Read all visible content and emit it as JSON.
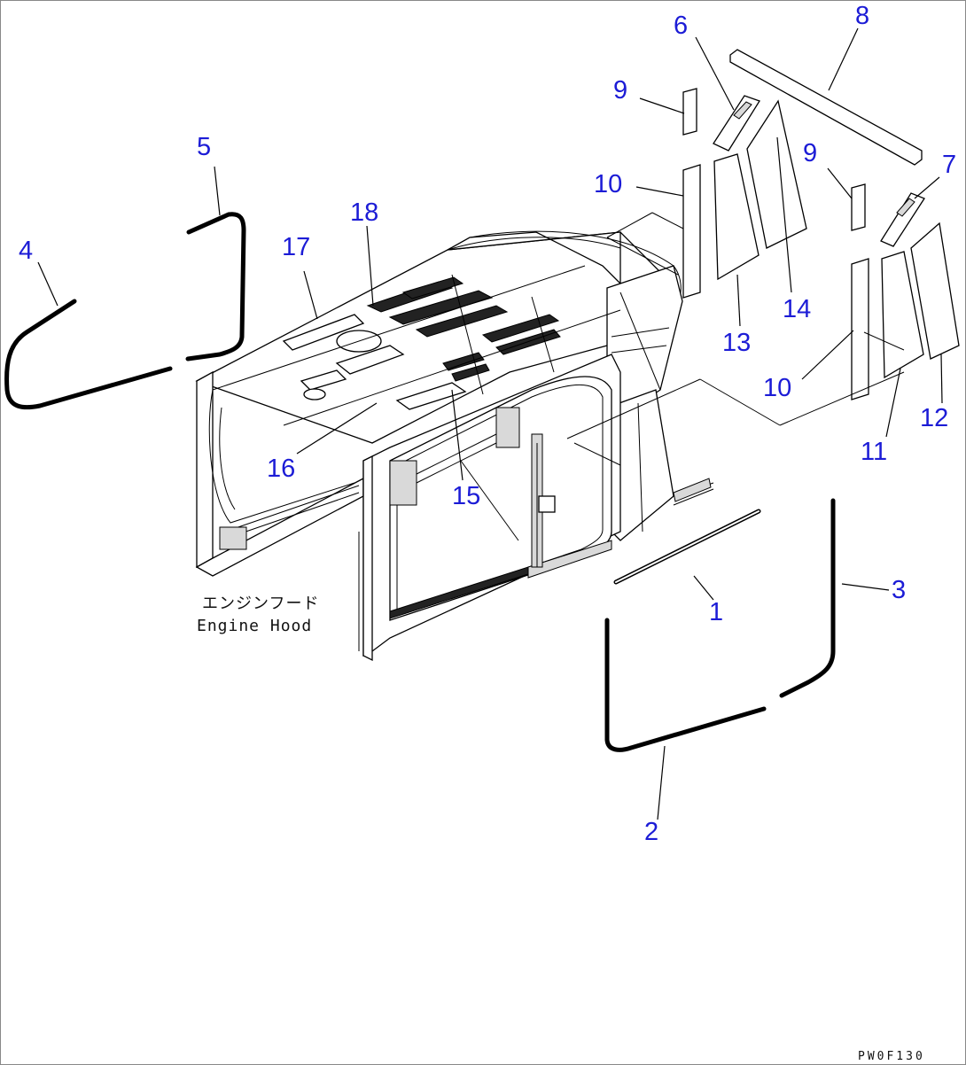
{
  "caption": {
    "japanese": "エンジンフード",
    "english": "Engine Hood"
  },
  "drawing_code": "PW0F130",
  "callouts": [
    {
      "id": "c1",
      "label": "1"
    },
    {
      "id": "c2",
      "label": "2"
    },
    {
      "id": "c3",
      "label": "3"
    },
    {
      "id": "c4",
      "label": "4"
    },
    {
      "id": "c5",
      "label": "5"
    },
    {
      "id": "c6",
      "label": "6"
    },
    {
      "id": "c7",
      "label": "7"
    },
    {
      "id": "c8",
      "label": "8"
    },
    {
      "id": "c9a",
      "label": "9"
    },
    {
      "id": "c9b",
      "label": "9"
    },
    {
      "id": "c10a",
      "label": "10"
    },
    {
      "id": "c10b",
      "label": "10"
    },
    {
      "id": "c11",
      "label": "11"
    },
    {
      "id": "c12",
      "label": "12"
    },
    {
      "id": "c13",
      "label": "13"
    },
    {
      "id": "c14",
      "label": "14"
    },
    {
      "id": "c15",
      "label": "15"
    },
    {
      "id": "c16",
      "label": "16"
    },
    {
      "id": "c17",
      "label": "17"
    },
    {
      "id": "c18",
      "label": "18"
    }
  ],
  "colors": {
    "callout_text": "#1c1cd6",
    "line": "#000000",
    "background": "#ffffff"
  }
}
